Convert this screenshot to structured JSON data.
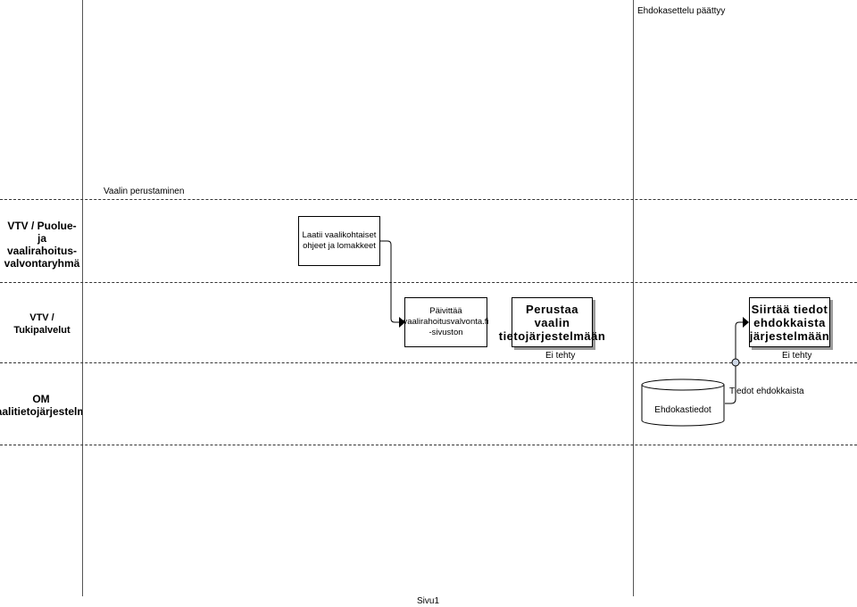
{
  "phases": {
    "right_header": "Ehdokasettelu päättyy",
    "left_header": "Vaalin perustaminen"
  },
  "lanes": [
    {
      "label_lines": [
        "VTV /  Puolue-",
        "ja",
        "vaalirahoitus-",
        "valvontaryhmä"
      ]
    },
    {
      "label_lines": [
        "VTV /",
        "Tukipalvelut"
      ]
    },
    {
      "label_lines": [
        "OM",
        "Vaalitietojärjestelmä"
      ]
    }
  ],
  "tasks": {
    "t1": "Laatii vaalikohtaiset ohjeet ja lomakkeet",
    "t2_lines": [
      "Päivittää",
      "vaalirahoitusvalvonta.fi",
      "-sivuston"
    ],
    "t3_lines": [
      "Perustaa",
      "vaalin",
      "tietojärjestelmään"
    ],
    "t4_lines": [
      "Siirtää tiedot",
      "ehdokkaista",
      "järjestelmään"
    ]
  },
  "statuses": {
    "s1": "Ei tehty",
    "s2": "Ei tehty"
  },
  "datastore": {
    "label": "Ehdokastiedot",
    "flow_label": "Tiedot ehdokkaista"
  },
  "footer": {
    "page": "Sivu1"
  }
}
